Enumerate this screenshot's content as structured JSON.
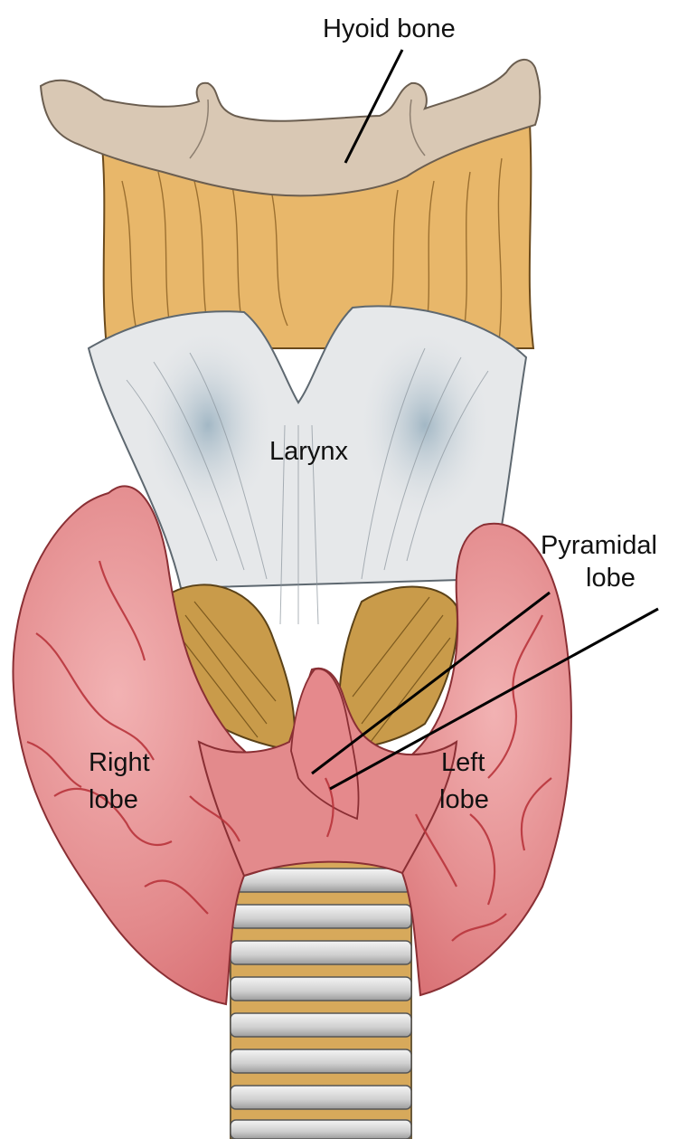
{
  "figure": {
    "labels": {
      "hyoid_bone": "Hyoid bone",
      "larynx": "Larynx",
      "pyramidal_line1": "Pyramidal",
      "pyramidal_line2": "lobe",
      "right_line1": "Right",
      "right_line2": "lobe",
      "left_line1": "Left",
      "left_line2": "lobe"
    }
  },
  "colors": {
    "hyoid": "#d9c8b4",
    "cartilage": "#e8b76a",
    "larynx": "#e6e8ea",
    "larynx_shade": "#a9bcc8",
    "muscle": "#c99b4a",
    "thyroid": "#e07d80",
    "thyroid_vein": "#b9353c",
    "trachea_ring": "#dcdcdc",
    "trachea_band": "#d7a95b"
  }
}
